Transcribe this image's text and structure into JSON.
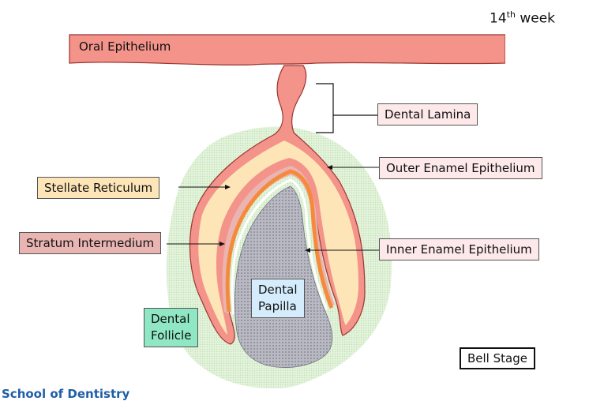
{
  "week": {
    "number": "14",
    "suffix": "th",
    "word": "week"
  },
  "labels": {
    "oral_epithelium": "Oral Epithelium",
    "dental_lamina": "Dental Lamina",
    "outer_enamel_epithelium": "Outer Enamel Epithelium",
    "stellate_reticulum": "Stellate Reticulum",
    "stratum_intermedium": "Stratum Intermedium",
    "inner_enamel_epithelium": "Inner Enamel Epithelium",
    "dental_papilla": "Dental\nPapilla",
    "dental_follicle": "Dental\nFollicle",
    "bell_stage": "Bell Stage"
  },
  "footer": {
    "school": "School of Dentistry"
  },
  "colors": {
    "oral_epithelium": "#f4938a",
    "stellate_reticulum": "#fde5b8",
    "stratum_intermedium": "#e9b5b2",
    "inner_enamel": "#f58a3c",
    "dental_papilla": "#a9a9b6",
    "dental_follicle": "#d3ecc8",
    "dental_follicle_box": "#8fe7c3",
    "papilla_box": "#d4ecfb",
    "outer_enamel_box": "#fde8ea"
  }
}
